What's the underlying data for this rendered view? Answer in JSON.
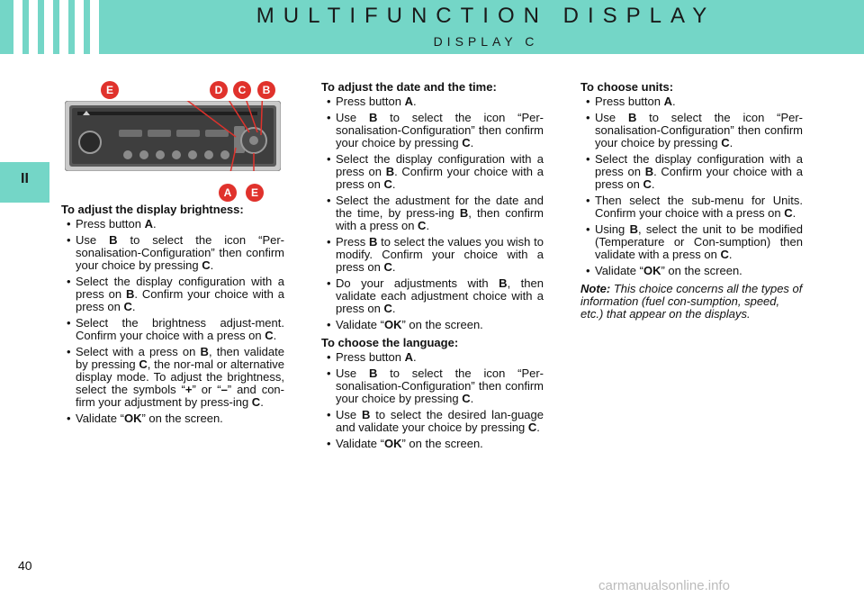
{
  "header": {
    "title": "MULTIFUNCTION DISPLAY",
    "subtitle": "DISPLAY C"
  },
  "chapter_label": "II",
  "figure": {
    "callouts_top": [
      "E",
      "D",
      "C",
      "B"
    ],
    "callouts_bottom": [
      "A",
      "E"
    ],
    "callout_color": "#e0322c"
  },
  "brightness": {
    "heading": "To adjust the display brightness:",
    "items": [
      "Press button <b>A</b>.",
      "Use <b>B</b> to select the icon “Per-sonalisation-Configuration” then confirm your choice by pressing <b>C</b>.",
      "Select the display configuration with a press on <b>B</b>. Confirm your choice with a press on <b>C</b>.",
      "Select the brightness adjust-ment. Confirm your choice with a press on <b>C</b>.",
      "Select with a press on <b>B</b>, then validate by pressing <b>C</b>, the nor-mal or alternative display mode. To adjust the brightness, select the symbols “<b>+</b>” or “<b>–</b>” and con-firm your adjustment by press-ing <b>C</b>.",
      "Validate “<b>OK</b>” on the screen."
    ]
  },
  "datetime": {
    "heading": "To adjust the date and the time:",
    "items": [
      "Press button <b>A</b>.",
      "Use <b>B</b> to select the icon “Per-sonalisation-Configuration” then confirm your choice by pressing <b>C</b>.",
      "Select the display configuration with a press on <b>B</b>. Confirm your choice with a press on <b>C</b>.",
      "Select the adustment for the date and the time, by press-ing <b>B</b>, then confirm with a press on <b>C</b>.",
      "Press <b>B</b> to select the values you wish to modify. Confirm your choice with a press on <b>C</b>.",
      "Do your adjustments with <b>B</b>, then validate each adjustment choice with a press on <b>C</b>.",
      "Validate “<b>OK</b>” on the screen."
    ]
  },
  "language": {
    "heading": "To choose the language:",
    "items": [
      "Press button <b>A</b>.",
      "Use <b>B</b> to select the icon “Per-sonalisation-Configuration” then confirm your choice by pressing <b>C</b>.",
      "Use <b>B</b> to select the desired lan-guage and validate your choice by pressing <b>C</b>.",
      "Validate “<b>OK</b>” on the screen."
    ]
  },
  "units": {
    "heading": "To choose units:",
    "items": [
      "Press button <b>A</b>.",
      "Use <b>B</b> to select the icon “Per-sonalisation-Configuration” then confirm your choice by pressing <b>C</b>.",
      "Select the display configuration with a press on <b>B</b>. Confirm your choice with a press on <b>C</b>.",
      "Then select the sub-menu for Units. Confirm your choice with a press on <b>C</b>.",
      "Using <b>B</b>, select the unit to be modified (Temperature or Con-sumption) then validate with a press on <b>C</b>.",
      "Validate “<b>OK</b>” on the screen."
    ],
    "note_label": "Note:",
    "note_text": " This choice concerns all the types of information (fuel con-sumption, speed, etc.) that appear on the displays."
  },
  "page_number": "40",
  "watermark": "carmanualsonline.info",
  "colors": {
    "accent": "#74d6c7",
    "callout": "#e0322c"
  }
}
